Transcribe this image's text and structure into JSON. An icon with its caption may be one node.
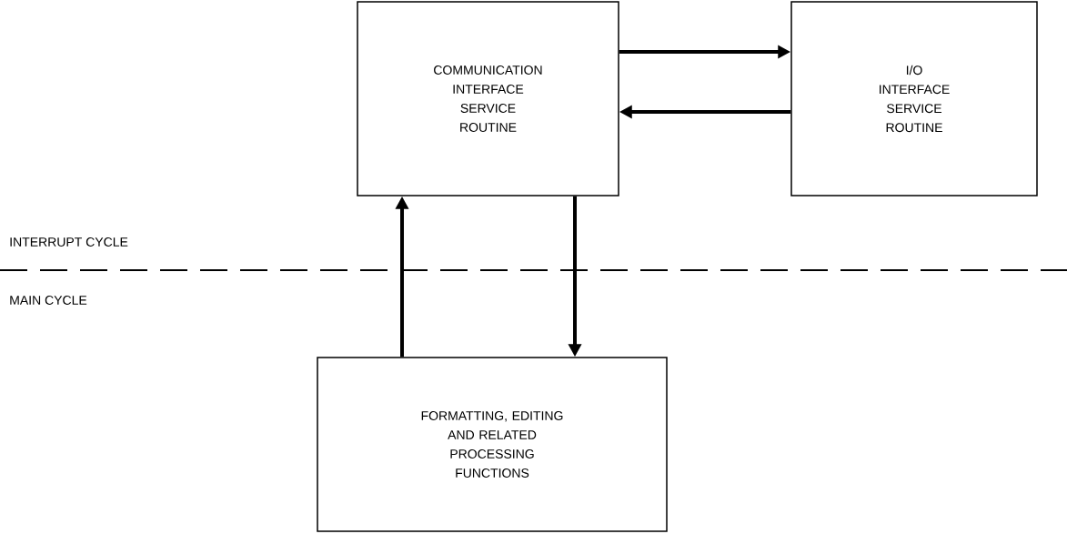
{
  "diagram": {
    "nodes": [
      {
        "text": [
          "COMMUNICATION INTERFACE SERVICE ROUTINE"
        ]
      },
      {
        "text": [
          "I/O INTERFACE SERVICE ROUTINE"
        ]
      },
      {
        "text": [
          "FORMATTING, EDITING AND RELATED PROCESSING FUNCTIONS"
        ]
      }
    ],
    "edges": [
      {
        "from": 0,
        "to": 1,
        "arrow": "to"
      },
      {
        "from": 1,
        "to": 0,
        "arrow": "to"
      },
      {
        "from": 2,
        "to": 0,
        "arrow": "to"
      },
      {
        "from": 0,
        "to": 2,
        "arrow": "to"
      }
    ],
    "labels": [
      "INTERRUPT CYCLE",
      "MAIN CYCLE"
    ]
  }
}
